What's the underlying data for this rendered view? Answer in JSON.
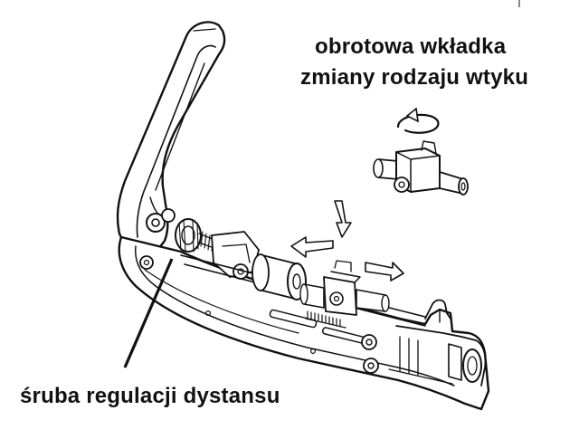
{
  "labels": {
    "insert_line1": "obrotowa wkładka",
    "insert_line2": "zmiany rodzaju wtyku",
    "screw": "śruba regulacji dystansu"
  },
  "icons": {
    "rotate": "rotate-arrow-icon",
    "down": "arrow-down-icon",
    "left": "arrow-left-icon",
    "right": "arrow-right-icon"
  },
  "colors": {
    "ink": "#111111",
    "background": "#ffffff"
  }
}
